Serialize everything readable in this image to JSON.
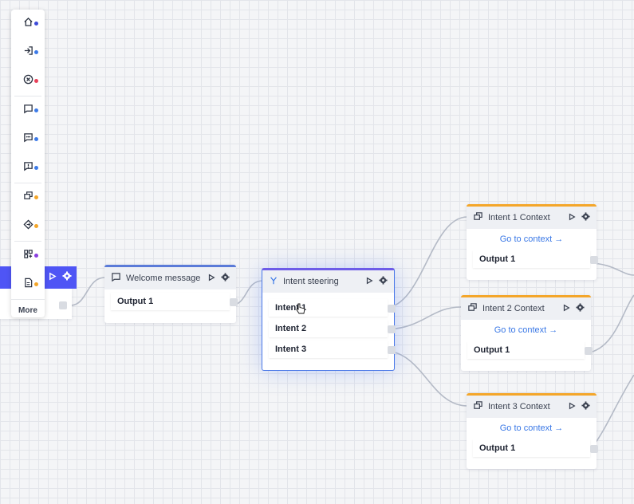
{
  "toolbar": {
    "items": [
      {
        "icon": "home-icon",
        "dot": "#3d4bd8"
      },
      {
        "icon": "enter-icon",
        "dot": "#3d7be8"
      },
      {
        "icon": "close-circle-icon",
        "dot": "#e8425a"
      },
      {
        "icon": "chat-icon",
        "dot": "#3d7be8"
      },
      {
        "icon": "chat-dots-icon",
        "dot": "#3d7be8"
      },
      {
        "icon": "chat-alert-icon",
        "dot": "#3d7be8"
      },
      {
        "icon": "layers-icon",
        "dot": "#f4a62a"
      },
      {
        "icon": "diamond-icon",
        "dot": "#f4a62a"
      },
      {
        "icon": "grid-add-icon",
        "dot": "#8a3ee0"
      },
      {
        "icon": "document-icon",
        "dot": "#f4a62a"
      }
    ],
    "more_label": "More"
  },
  "nodes": {
    "welcome": {
      "title": "Welcome message",
      "output": "Output 1"
    },
    "intent_steering": {
      "title": "Intent steering",
      "rows": [
        "Intent 1",
        "Intent 2",
        "Intent 3"
      ]
    },
    "ctx1": {
      "title": "Intent 1 Context",
      "goto": "Go to context",
      "output": "Output 1"
    },
    "ctx2": {
      "title": "Intent 2 Context",
      "goto": "Go to context",
      "output": "Output 1"
    },
    "ctx3": {
      "title": "Intent 3 Context",
      "goto": "Go to context",
      "output": "Output 1"
    }
  },
  "colors": {
    "accent": "#4f55f5",
    "context_top": "#f4a62a",
    "link": "#3a78e6"
  }
}
